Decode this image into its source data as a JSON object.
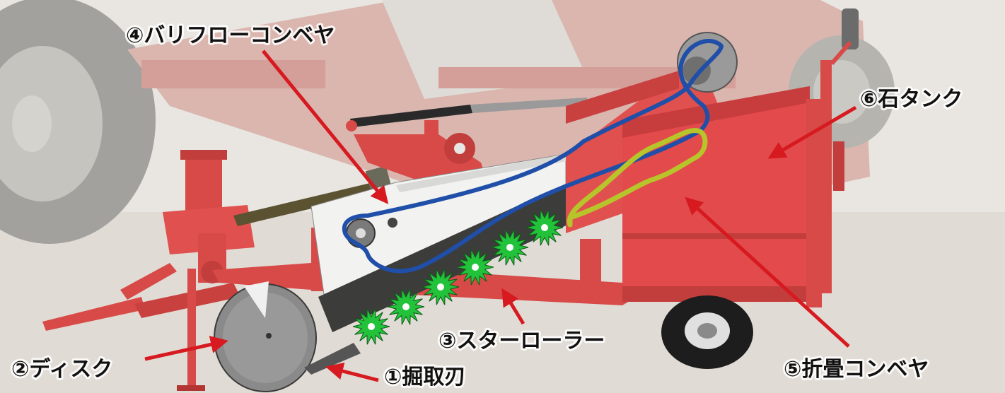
{
  "labels": {
    "bari_flow_conveyor": "④バリフローコンベヤ",
    "stone_tank": "⑥石タンク",
    "star_roller": "③スターローラー",
    "folding_conveyor": "⑤折畳コンベヤ",
    "disc": "②ディスク",
    "digging_blade": "①掘取刃"
  },
  "colors": {
    "machine_red": "#e0484a",
    "arrow_red": "#d71920",
    "conveyor_blue": "#1f4fa8",
    "fold_conveyor_yellow": "#b7c52a",
    "star_green": "#22c23a",
    "disc_gray": "#8a8a8a",
    "shaft_dark": "#3a3a2a",
    "background": "#e9e6e2"
  },
  "star_roller_count": 6
}
